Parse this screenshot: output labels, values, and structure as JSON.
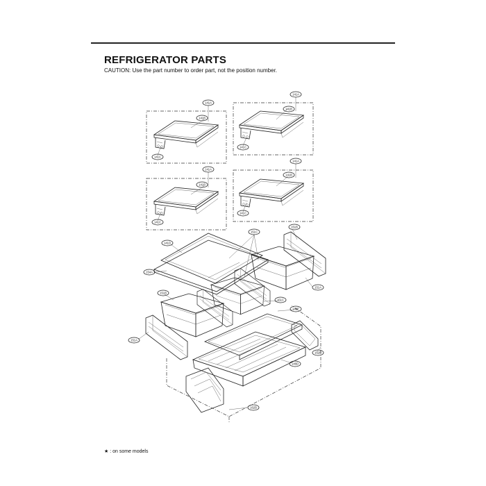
{
  "header": {
    "title": "REFRIGERATOR PARTS",
    "caution": "CAUTION: Use the part number to order part, not the position number."
  },
  "footer": {
    "note": "★ : on some models"
  },
  "labels": {
    "p141A": "141A",
    "p141B": "141B",
    "p141C": "141C",
    "p141D": "141D",
    "p154A": "154A",
    "p151A": "151A",
    "p151B": "151B",
    "p151C": "151C",
    "p148E": "148E",
    "p148D": "148D",
    "p162B": "162B"
  }
}
